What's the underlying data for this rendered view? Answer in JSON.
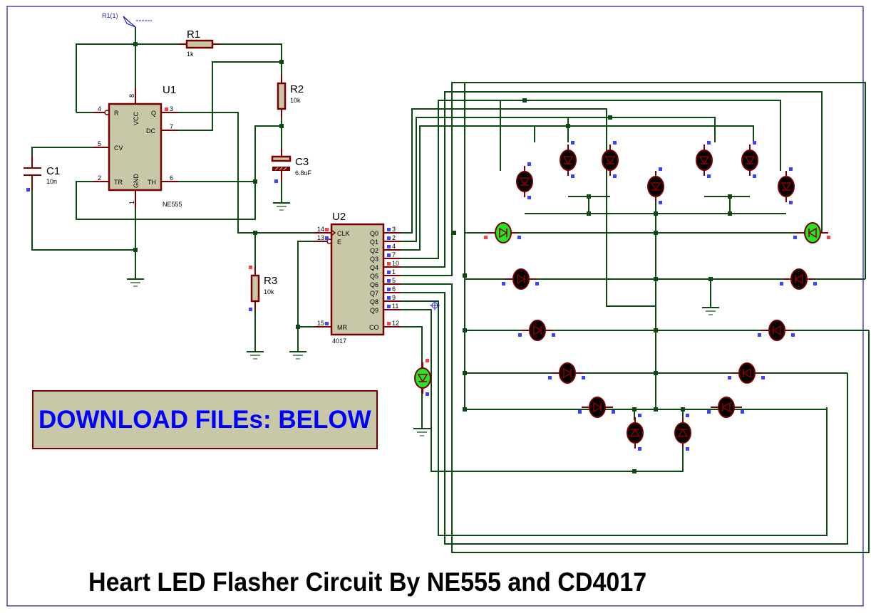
{
  "title": "Heart LED Flasher Circuit By NE555 and CD4017",
  "banner": "DOWNLOAD FILEs: BELOW",
  "colors": {
    "wire": "#0d4a12",
    "pin": "#7a0000",
    "chip_fill": "#c8c8a8",
    "frame": "#1a1aa0",
    "led_off": "#000000",
    "led_on": "#22e622",
    "pin_low": "#4040ff",
    "pin_high": "#ff4040",
    "banner_text": "#0000ff"
  },
  "probe": {
    "label": "R1(1)"
  },
  "components": {
    "U1": {
      "ref": "U1",
      "part": "NE555",
      "pins": {
        "R": "R",
        "VCC": "VCC",
        "Q": "Q",
        "DC": "DC",
        "CV": "CV",
        "TR": "TR",
        "GND": "GND",
        "TH": "TH"
      },
      "pin_numbers": {
        "R": "4",
        "VCC": "8",
        "Q": "3",
        "DC": "7",
        "CV": "5",
        "TR": "2",
        "GND": "1",
        "TH": "6"
      }
    },
    "U2": {
      "ref": "U2",
      "part": "4017",
      "left_pins": [
        {
          "name": "CLK",
          "num": "14"
        },
        {
          "name": "E",
          "num": "13"
        },
        {
          "name": "MR",
          "num": "15"
        }
      ],
      "outputs": [
        {
          "name": "Q0",
          "num": "3"
        },
        {
          "name": "Q1",
          "num": "2"
        },
        {
          "name": "Q2",
          "num": "4"
        },
        {
          "name": "Q3",
          "num": "7"
        },
        {
          "name": "Q4",
          "num": "10"
        },
        {
          "name": "Q5",
          "num": "1"
        },
        {
          "name": "Q6",
          "num": "5"
        },
        {
          "name": "Q7",
          "num": "6"
        },
        {
          "name": "Q8",
          "num": "9"
        },
        {
          "name": "Q9",
          "num": "11"
        }
      ],
      "co": {
        "name": "CO",
        "num": "12"
      }
    },
    "R1": {
      "ref": "R1",
      "value": "1k"
    },
    "R2": {
      "ref": "R2",
      "value": "10k"
    },
    "R3": {
      "ref": "R3",
      "value": "10k"
    },
    "C1": {
      "ref": "C1",
      "value": "10n"
    },
    "C3": {
      "ref": "C3",
      "value": "6.8uF"
    }
  }
}
